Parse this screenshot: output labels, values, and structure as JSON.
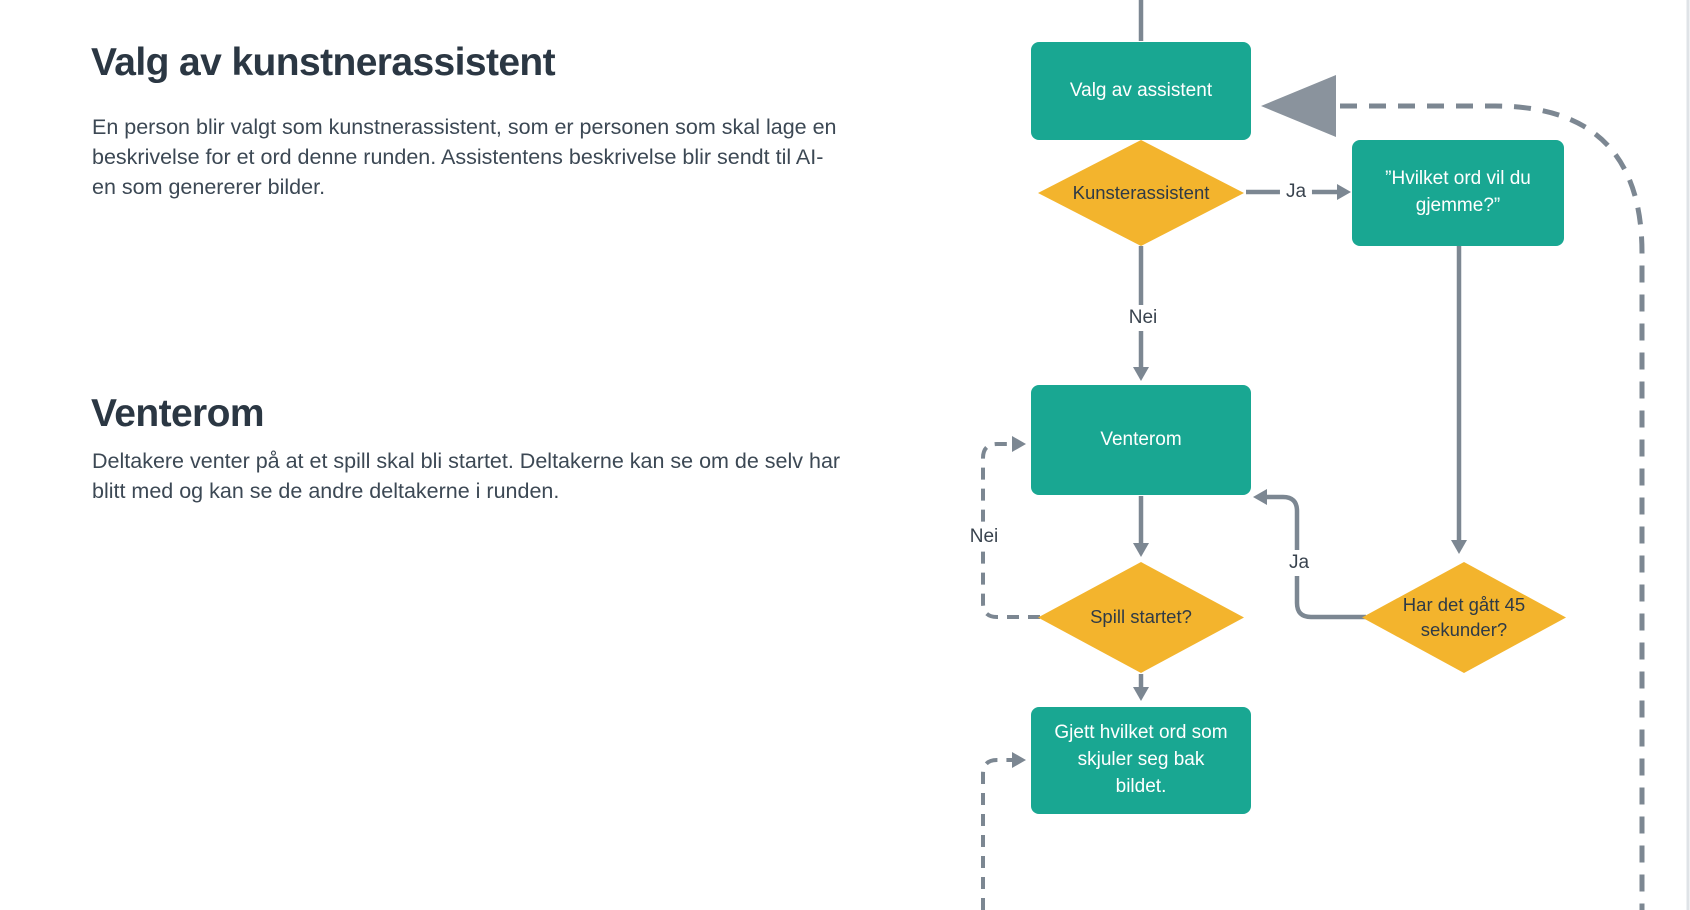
{
  "sections": [
    {
      "heading": "Valg av kunstnerassistent",
      "body": "En person blir valgt som kunstnerassistent, som er personen som skal lage en\nbeskrivelse for et ord denne runden. Assistentens beskrivelse blir sendt til AI-\nen som genererer bilder."
    },
    {
      "heading": "Venterom",
      "body": "Deltakere venter på at et spill skal bli startet. Deltakerne kan se om de selv har\nblitt med og kan se de andre deltakerne i runden."
    }
  ],
  "flowchart": {
    "nodes": {
      "valg_av_assistent": "Valg av assistent",
      "kunsterassistent": "Kunsterassistent",
      "hvilket_ord": "”Hvilket ord vil du\ngjemme?”",
      "venterom": "Venterom",
      "spill_startet": "Spill startet?",
      "har_det_gatt": "Har det gått 45\nsekunder?",
      "gjett_ord": "Gjett hvilket ord som\nskjuler seg bak\nbildet."
    },
    "labels": {
      "ja1": "Ja",
      "nei1": "Nei",
      "ja2": "Ja",
      "nei2": "Nei"
    }
  },
  "colors": {
    "process": "#19A792",
    "decision": "#F3B42D",
    "decisiontext": "#2E3A46",
    "connector": "#7C8792",
    "triangle": "#8A939D",
    "heading": "#2B3743",
    "body": "#3C4854",
    "label": "#39434E",
    "edge": "#DFE3E7"
  }
}
